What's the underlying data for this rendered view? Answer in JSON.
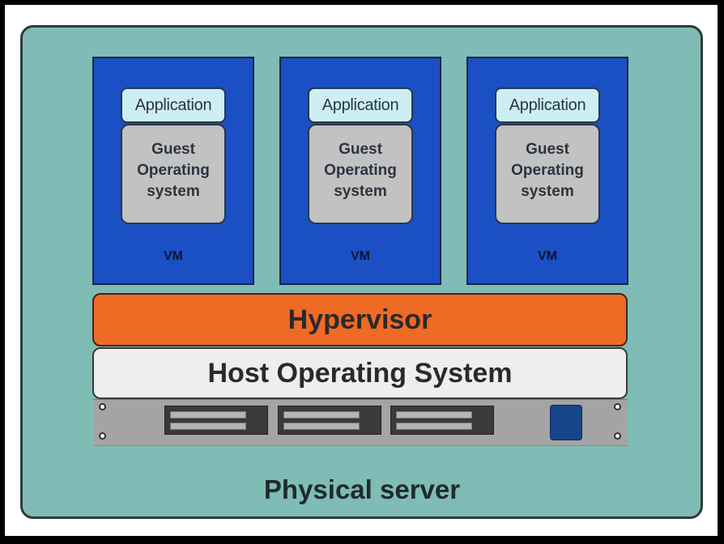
{
  "diagram": {
    "vms": [
      {
        "application": "Application",
        "guest_os": "Guest\nOperating\nsystem",
        "label": "VM"
      },
      {
        "application": "Application",
        "guest_os": "Guest\nOperating\nsystem",
        "label": "VM"
      },
      {
        "application": "Application",
        "guest_os": "Guest\nOperating\nsystem",
        "label": "VM"
      }
    ],
    "hypervisor": "Hypervisor",
    "host_os": "Host Operating System",
    "physical_server": "Physical server"
  },
  "colors": {
    "server_bg": "#7fbcb5",
    "vm_bg": "#1b4fc4",
    "application_bg": "#cdeff3",
    "guest_os_bg": "#c2c2c2",
    "hypervisor_bg": "#ef6a24",
    "host_os_bg": "#eeeeee",
    "rack_bg": "#a4a4a4",
    "power_button": "#17458c"
  }
}
